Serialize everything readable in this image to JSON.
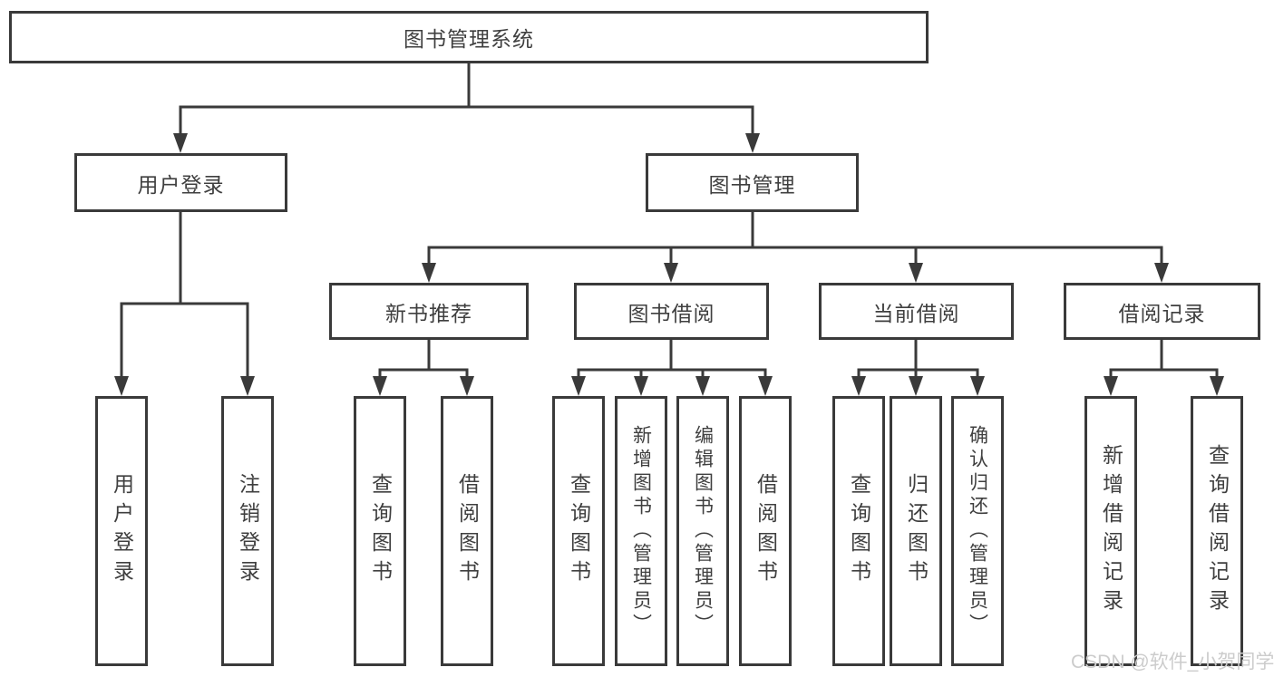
{
  "tree": {
    "label": "图书管理系统",
    "children": [
      {
        "label": "用户登录",
        "children": [
          {
            "label": "用户登录"
          },
          {
            "label": "注销登录"
          }
        ]
      },
      {
        "label": "图书管理",
        "children": [
          {
            "label": "新书推荐",
            "children": [
              {
                "label": "查询图书"
              },
              {
                "label": "借阅图书"
              }
            ]
          },
          {
            "label": "图书借阅",
            "children": [
              {
                "label": "查询图书"
              },
              {
                "label": "新增图书（管理员）"
              },
              {
                "label": "编辑图书（管理员）"
              },
              {
                "label": "借阅图书"
              }
            ]
          },
          {
            "label": "当前借阅",
            "children": [
              {
                "label": "查询图书"
              },
              {
                "label": "归还图书"
              },
              {
                "label": "确认归还（管理员）"
              }
            ]
          },
          {
            "label": "借阅记录",
            "children": [
              {
                "label": "新增借阅记录"
              },
              {
                "label": "查询借阅记录"
              }
            ]
          }
        ]
      }
    ]
  },
  "watermark": {
    "text": "CSDN @软件_小贺同学"
  },
  "colors": {
    "line": "#3a3a3a",
    "box_border": "#3a3a3a",
    "box_background": "#ffffff",
    "text": "#3f3f3f",
    "watermark": "#cccccc",
    "page_background": "#ffffff"
  }
}
